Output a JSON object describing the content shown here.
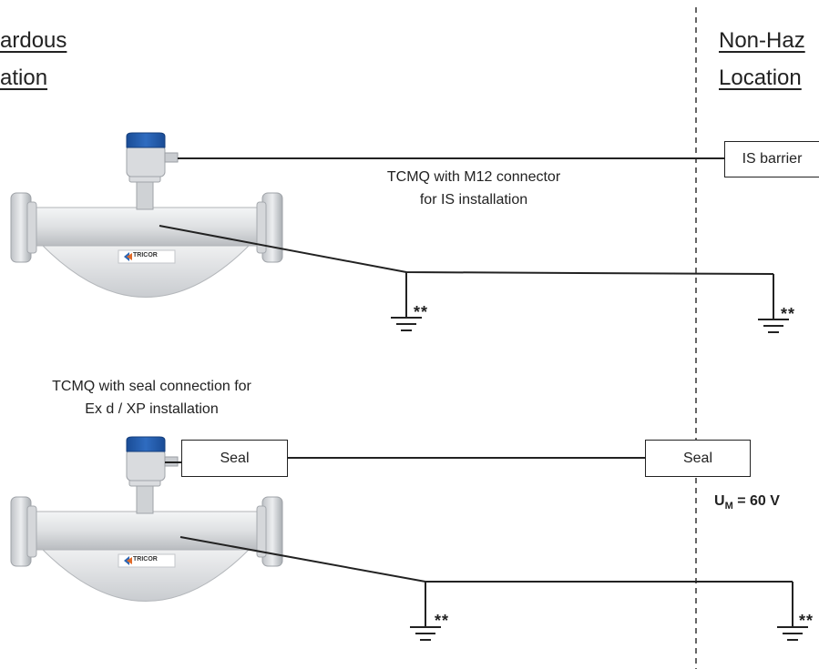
{
  "headers": {
    "hazardous_line1": "ardous",
    "hazardous_line2": "ation",
    "nonhazardous_line1": "Non-Haz",
    "nonhazardous_line2": "Location"
  },
  "top": {
    "caption_line1": "TCMQ with M12 connector",
    "caption_line2": "for IS installation",
    "barrier_label": "IS barrier",
    "ground_marks_left": "**",
    "ground_marks_right": "**"
  },
  "bottom": {
    "caption_line1": "TCMQ with seal connection for",
    "caption_line2": "Ex d / XP installation",
    "seal_left_label": "Seal",
    "seal_right_label": "Seal",
    "um_prefix": "U",
    "um_subscript": "M",
    "um_value": "= 60 V",
    "ground_marks_left": "**",
    "ground_marks_right": "**"
  },
  "meter_logo": "TRICOR",
  "colors": {
    "head_blue": "#1f57a8",
    "body_silver": "#d7d9dc",
    "line": "#222222"
  }
}
